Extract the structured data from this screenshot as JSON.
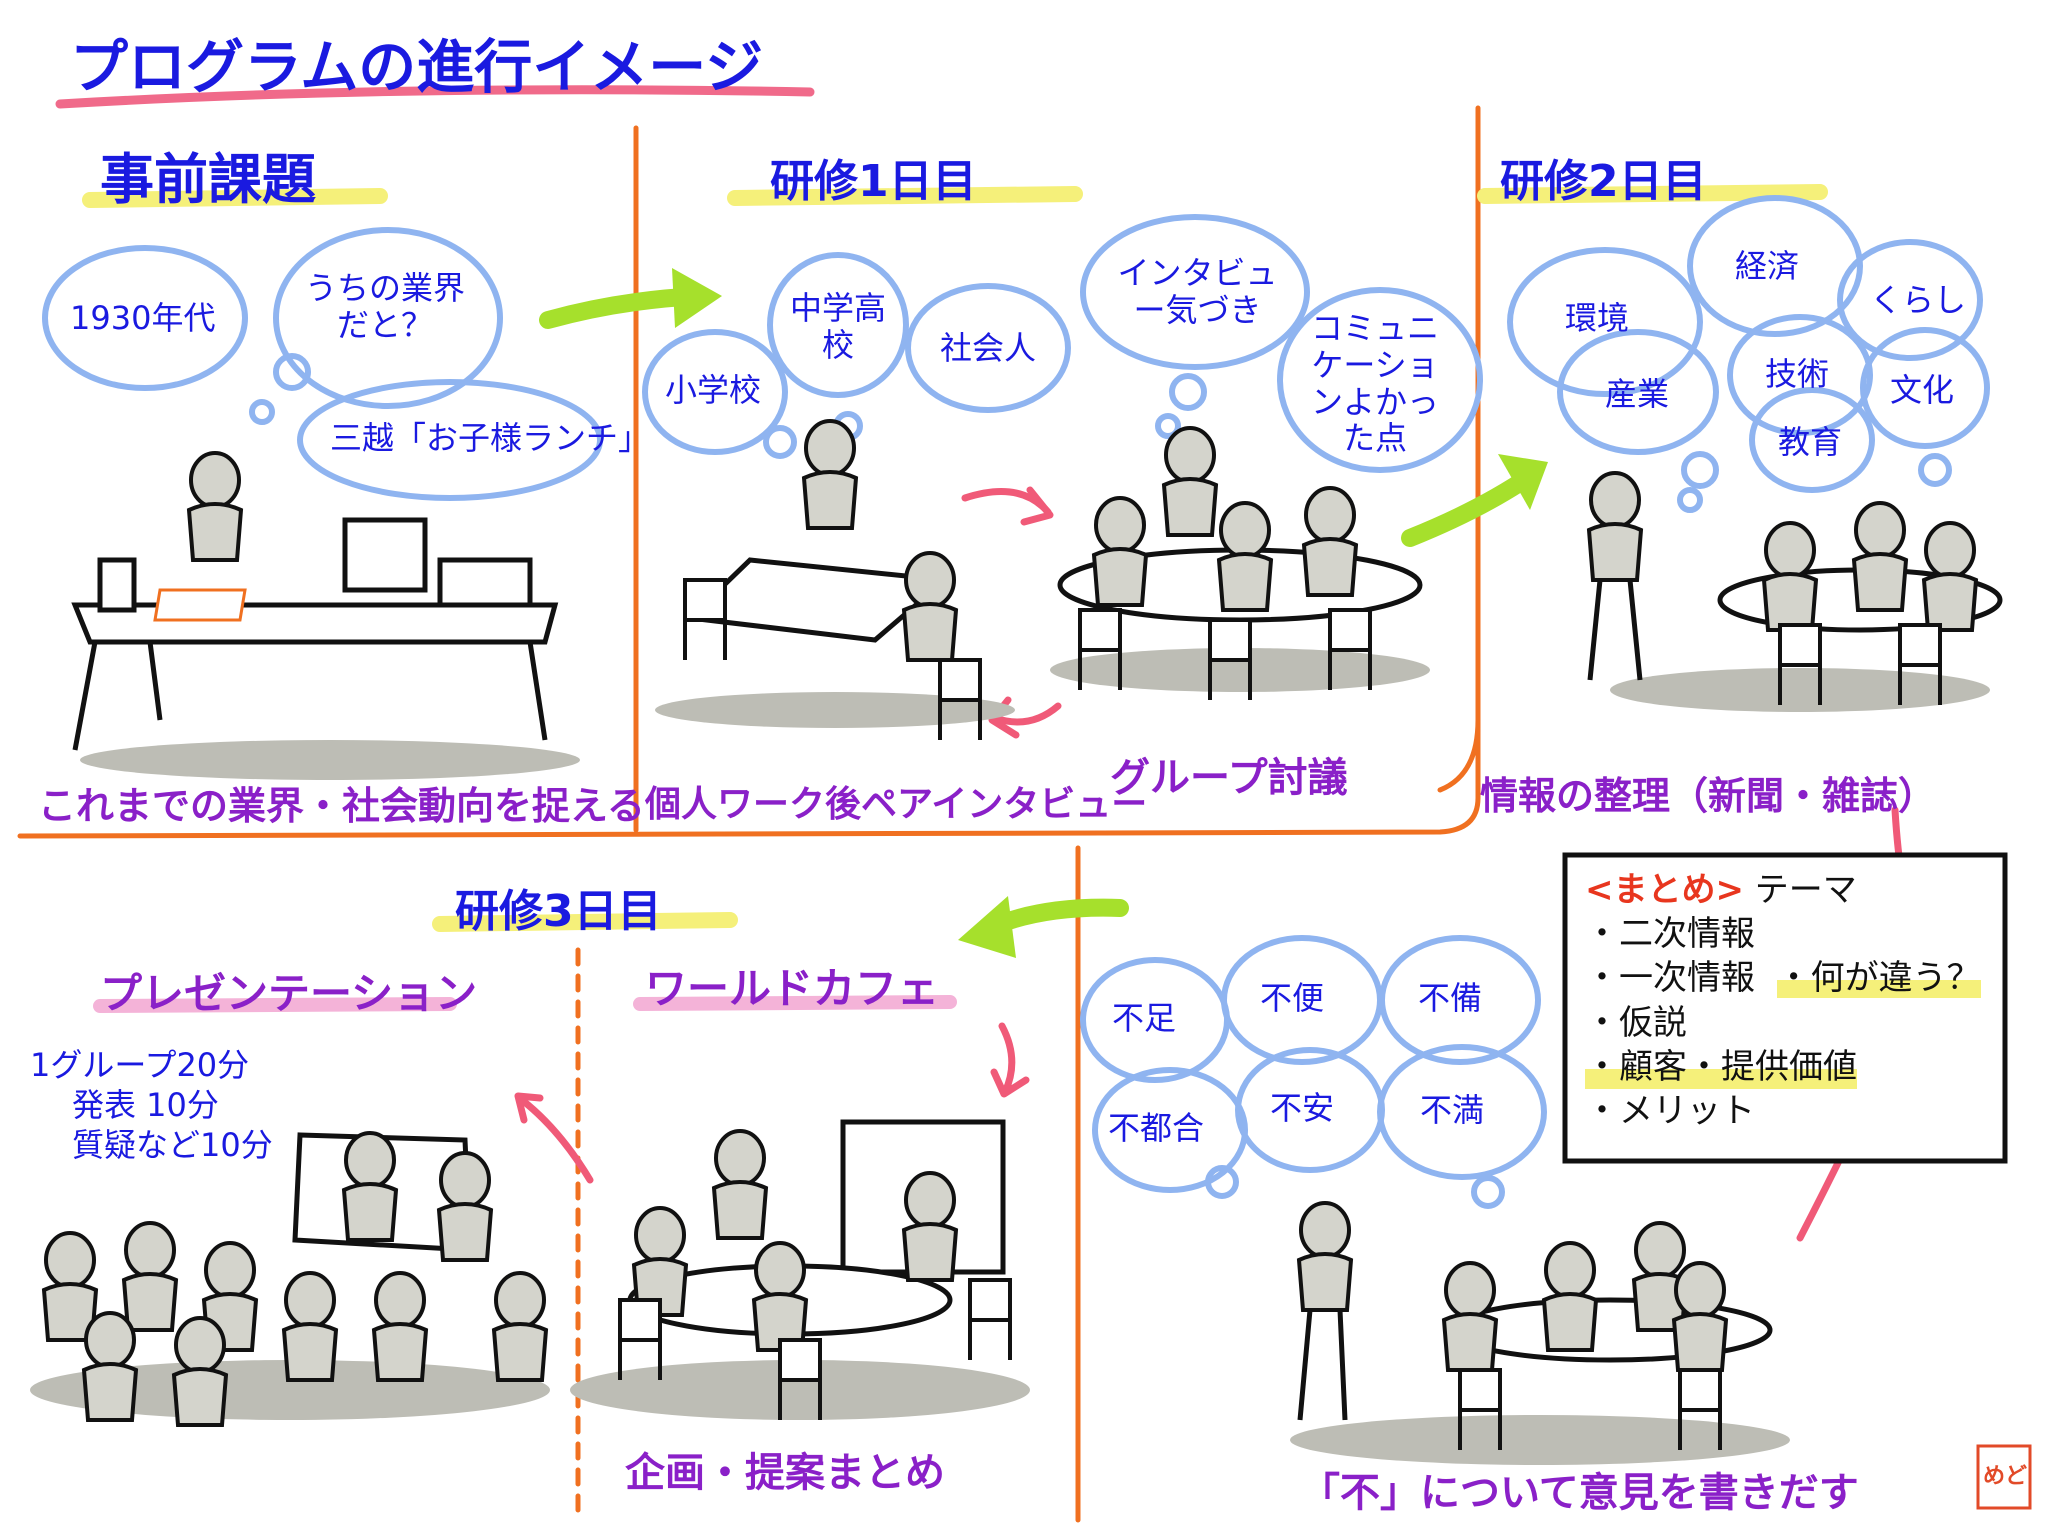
{
  "title": "プログラムの進行イメージ",
  "sections": {
    "pre_task": {
      "heading": "事前課題",
      "bubbles": [
        "1930年代",
        "うちの業界だと？",
        "三越「お子様ランチ」"
      ],
      "caption": "これまでの業界・社会動向を捉える"
    },
    "day1": {
      "heading": "研修1日目",
      "bubbles_left": [
        "小学校",
        "中学高校",
        "社会人"
      ],
      "bubbles_right": [
        "インタビュー気づき",
        "コミュニケーションよかった点"
      ],
      "caption_left": "個人ワーク後ペアインタビュー",
      "caption_right": "グループ討議"
    },
    "day2": {
      "heading": "研修2日目",
      "bubbles": [
        "環境",
        "経済",
        "くらし",
        "産業",
        "技術",
        "文化",
        "教育"
      ],
      "caption": "情報の整理（新聞・雑誌）",
      "summary": {
        "tag": "<まとめ>",
        "theme": "テーマ",
        "items": [
          "・二次情報",
          "・一次情報",
          "・何が違う？",
          "・仮説",
          "・顧客・提供価値",
          "・メリット"
        ]
      },
      "fu_bubbles": [
        "不足",
        "不便",
        "不備",
        "不都合",
        "不安",
        "不満"
      ],
      "fu_caption": "「不」について意見を書きだす"
    },
    "day3": {
      "heading": "研修3日目",
      "presentation": {
        "heading": "プレゼンテーション",
        "note_lines": [
          "1グループ20分",
          "発表 10分",
          "質疑など10分"
        ]
      },
      "world_cafe": {
        "heading": "ワールドカフェ",
        "caption": "企画・提案まとめ"
      }
    },
    "signature": "めど"
  },
  "colors": {
    "ink_blue": "#1a1ae0",
    "caption_purple": "#8a20c8",
    "divider_orange": "#f07020",
    "bubble_blue": "#8fb4f0",
    "arrow_green": "#a6e02c",
    "arrow_pink": "#f05a78",
    "highlight_yellow": "#f5f07a",
    "highlight_pink": "#f4b3d8",
    "shadow_gray": "#bdbdb5"
  }
}
